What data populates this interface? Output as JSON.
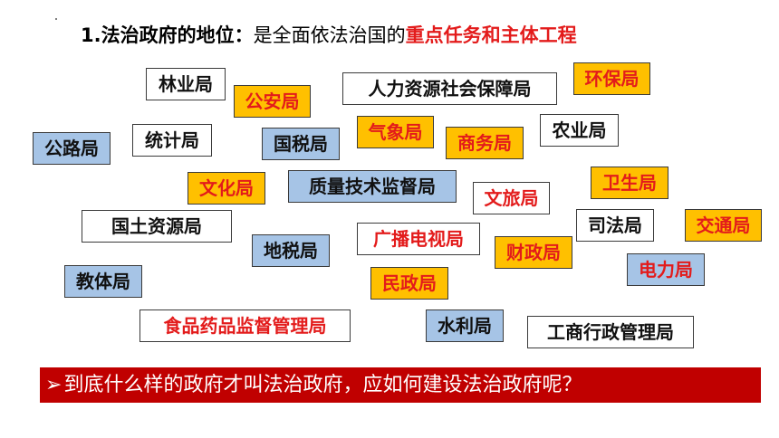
{
  "heading": {
    "lead": "1.法治政府的地位",
    "colon": "：",
    "middle": "是全面依法治国的",
    "emphasis": "重点任务和主体工程"
  },
  "agencies": {
    "linye": "林业局",
    "gongan": "公安局",
    "renli": "人力资源社会保障局",
    "huanbao": "环保局",
    "tongji": "统计局",
    "qixiang": "气象局",
    "shangwu": "商务局",
    "nongye": "农业局",
    "gonglu": "公路局",
    "guoshui": "国税局",
    "wenhua": "文化局",
    "zhiliang": "质量技术监督局",
    "weisheng": "卫生局",
    "wenlv": "文旅局",
    "guotu": "国土资源局",
    "sifa": "司法局",
    "jiaotong": "交通局",
    "guangbo": "广播电视局",
    "dishui": "地税局",
    "caizheng": "财政局",
    "jiaoti": "教体局",
    "dianli": "电力局",
    "minzheng": "民政局",
    "shipin": "食品药品监督管理局",
    "shuili": "水利局",
    "gongshang": "工商行政管理局"
  },
  "banner": {
    "arrow": "➢",
    "text": "到底什么样的政府才叫法治政府，应如何建设法治政府呢？"
  },
  "colors": {
    "red": "#e31b1b",
    "orange": "#ffc000",
    "blue": "#a6c4e6",
    "banner": "#c00000"
  }
}
